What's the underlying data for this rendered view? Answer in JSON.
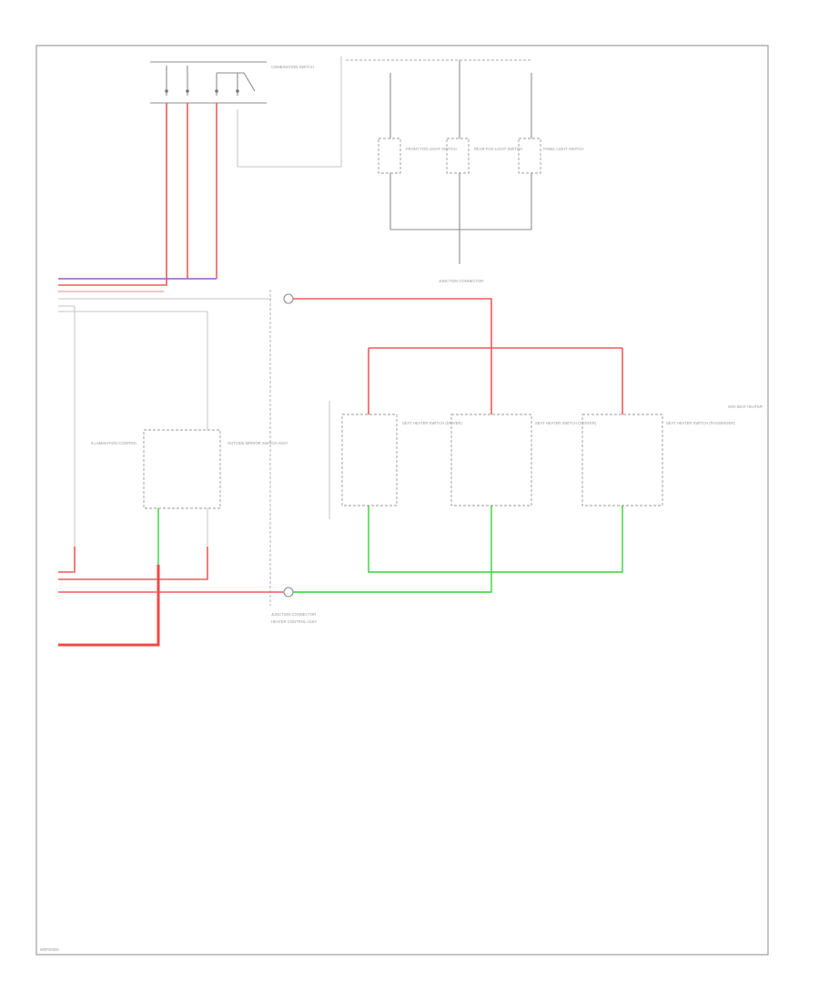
{
  "diagram": {
    "footer_code": "W0P00000",
    "components": [
      {
        "id": "combo-switch",
        "label": "COMBINATION SWITCH"
      },
      {
        "id": "outside-mirror-lh",
        "label": "OUTSIDE MIRROR SWITCH ASSY"
      },
      {
        "id": "front-fog",
        "label": "FRONT FOG LIGHT SWITCH"
      },
      {
        "id": "rear-fog",
        "label": "REAR FOG LIGHT SWITCH"
      },
      {
        "id": "panel-light",
        "label": "PANEL LIGHT SWITCH"
      },
      {
        "id": "illumination-ctrl",
        "label": "ILLUMINATION CONTROL"
      },
      {
        "id": "heater-control",
        "label": "HEATER CONTROL ASSY"
      },
      {
        "id": "seat-heater-1",
        "label": "SEAT HEATER SWITCH (DRIVER)"
      },
      {
        "id": "seat-heater-2",
        "label": "SEAT HEATER SWITCH (CENTER)"
      },
      {
        "id": "seat-heater-3",
        "label": "SEAT HEATER SWITCH (PASSENGER)"
      },
      {
        "id": "ground-label",
        "label": "W/O SEAT HEATER"
      }
    ],
    "connectors": [
      {
        "id": "j-top",
        "label": "JUNCTION CONNECTOR"
      },
      {
        "id": "j-bottom",
        "label": "JUNCTION CONNECTOR"
      }
    ]
  }
}
